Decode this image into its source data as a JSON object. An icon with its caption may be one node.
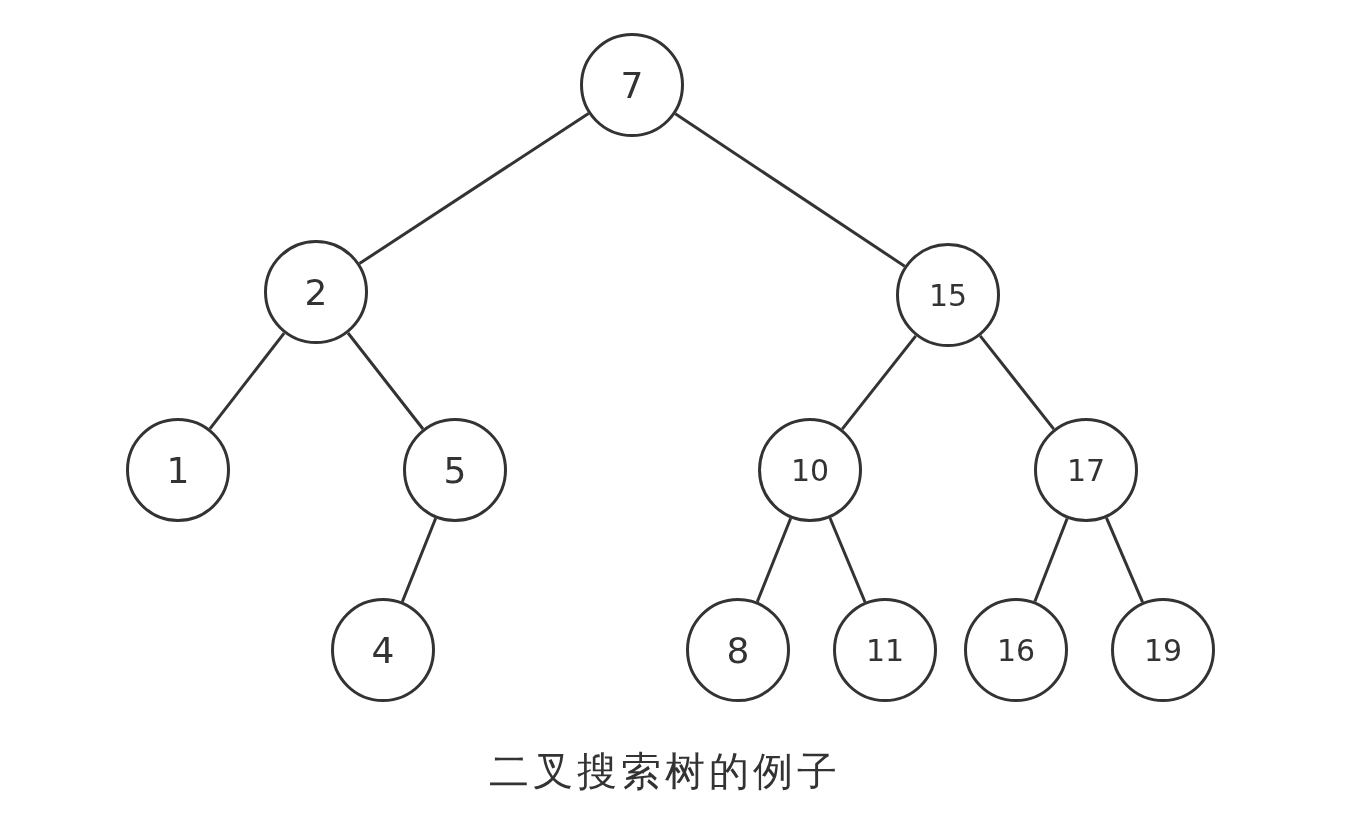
{
  "diagram": {
    "caption": "二叉搜索树的例子",
    "nodes": [
      {
        "text": [
          "7"
        ]
      },
      {
        "text": [
          "2"
        ]
      },
      {
        "text": [
          "15"
        ]
      },
      {
        "text": [
          "1"
        ]
      },
      {
        "text": [
          "5"
        ]
      },
      {
        "text": [
          "10"
        ]
      },
      {
        "text": [
          "17"
        ]
      },
      {
        "text": [
          "4"
        ]
      },
      {
        "text": [
          "8"
        ]
      },
      {
        "text": [
          "11"
        ]
      },
      {
        "text": [
          "16"
        ]
      },
      {
        "text": [
          "19"
        ]
      }
    ],
    "edges": [
      {
        "from": 0,
        "to": 1,
        "arrow": "none"
      },
      {
        "from": 0,
        "to": 2,
        "arrow": "none"
      },
      {
        "from": 1,
        "to": 3,
        "arrow": "none"
      },
      {
        "from": 1,
        "to": 4,
        "arrow": "none"
      },
      {
        "from": 4,
        "to": 7,
        "arrow": "none"
      },
      {
        "from": 2,
        "to": 5,
        "arrow": "none"
      },
      {
        "from": 2,
        "to": 6,
        "arrow": "none"
      },
      {
        "from": 5,
        "to": 8,
        "arrow": "none"
      },
      {
        "from": 5,
        "to": 9,
        "arrow": "none"
      },
      {
        "from": 6,
        "to": 10,
        "arrow": "none"
      },
      {
        "from": 6,
        "to": 11,
        "arrow": "none"
      }
    ]
  }
}
